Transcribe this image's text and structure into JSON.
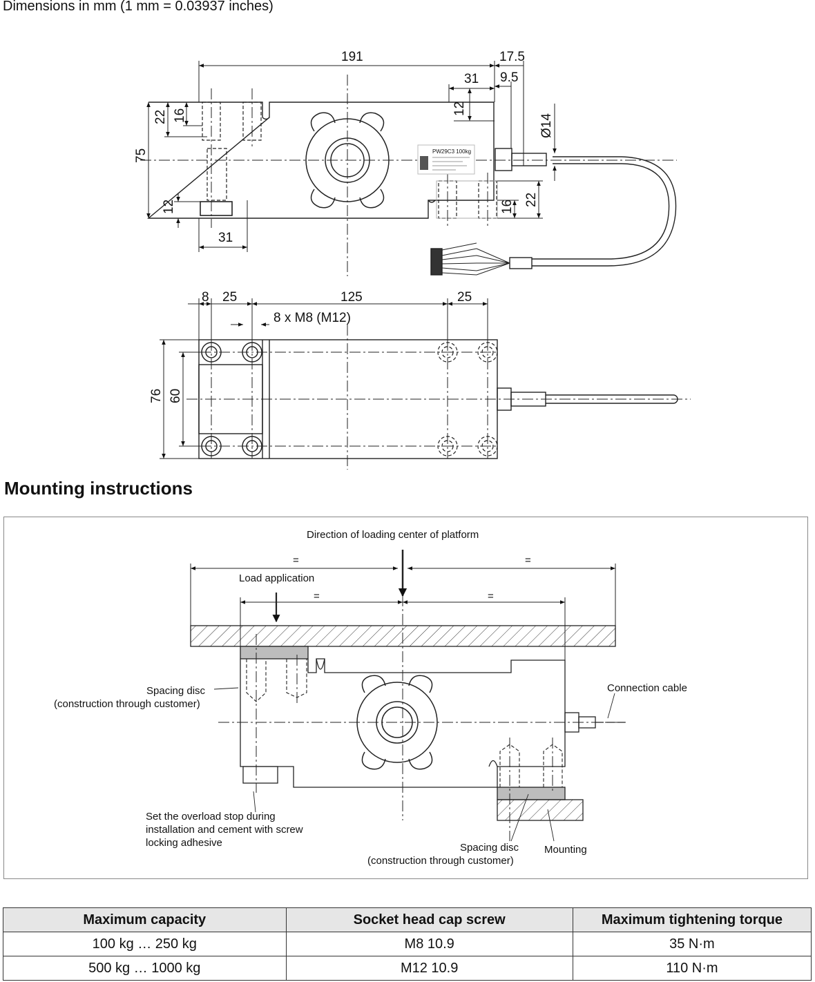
{
  "header": {
    "units_note": "Dimensions in mm (1 mm = 0.03937 inches)"
  },
  "side_view": {
    "dims": {
      "d191": "191",
      "d17_5": "17.5",
      "d31_top": "31",
      "d9_5": "9.5",
      "d12_top": "12",
      "d14": "Ø14",
      "d22_left": "22",
      "d16_left": "16",
      "d75": "75",
      "d12_left": "12",
      "d31_bottom": "31",
      "d16_right": "16",
      "d22_right": "22"
    },
    "label_plate": "PW29C3 100kg"
  },
  "top_view": {
    "dims": {
      "d8": "8",
      "d25_left": "25",
      "d125": "125",
      "d25_right": "25",
      "thread": "8 x M8 (M12)",
      "d76": "76",
      "d60": "60"
    }
  },
  "section": {
    "title": "Mounting instructions"
  },
  "mounting": {
    "direction_label": "Direction of loading center of platform",
    "equal_sign": "=",
    "load_application": "Load application",
    "spacing_disc_left_1": "Spacing disc",
    "spacing_disc_left_2": "(construction through customer)",
    "connection_cable": "Connection cable",
    "overload_1": "Set the overload stop during",
    "overload_2": "installation and cement with screw",
    "overload_3": "locking adhesive",
    "spacing_disc_bottom_1": "Spacing disc",
    "spacing_disc_bottom_2": "(construction through customer)",
    "mounting_label": "Mounting"
  },
  "table": {
    "headers": [
      "Maximum capacity",
      "Socket head cap screw",
      "Maximum tightening torque"
    ],
    "rows": [
      [
        "100 kg … 250 kg",
        "M8 10.9",
        "35 N·m"
      ],
      [
        "500 kg … 1000 kg",
        "M12 10.9",
        "110 N·m"
      ]
    ]
  }
}
